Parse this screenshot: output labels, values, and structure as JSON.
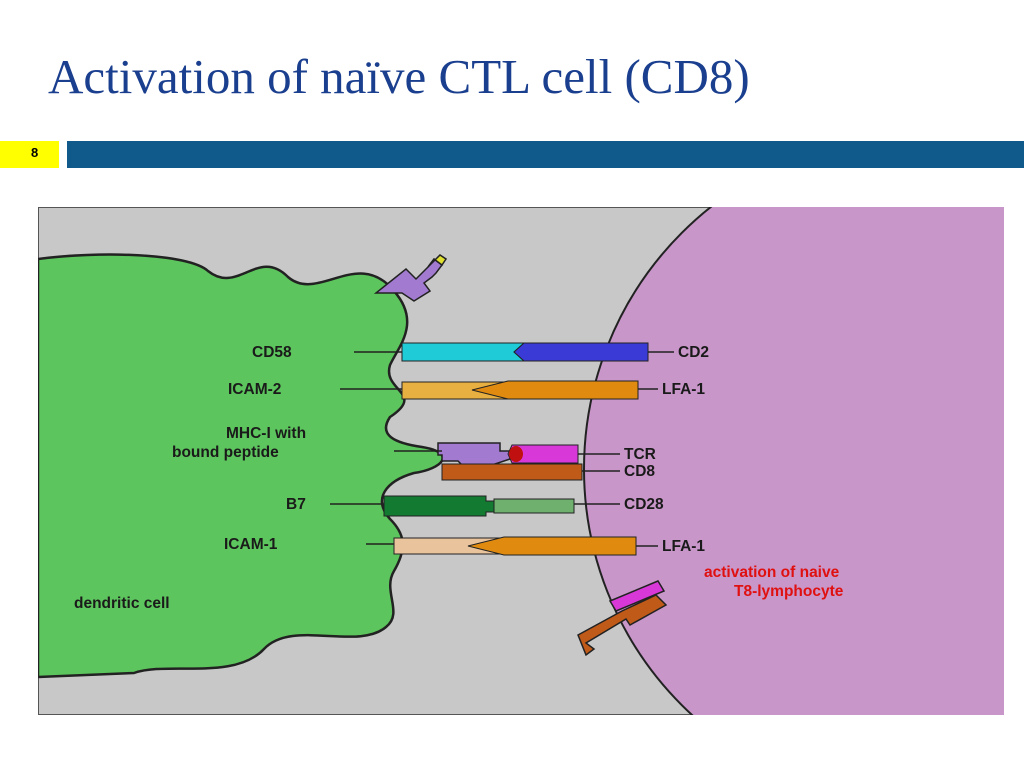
{
  "slide": {
    "title": "Activation of naïve CTL cell (CD8)",
    "number": "8"
  },
  "colors": {
    "title_text": "#1b3f8f",
    "number_box": "#ffff00",
    "header_band": "#0f5a8a",
    "background": "#c8c8c8",
    "dendritic_cell": "#5dc55d",
    "t_cell": "#c896c8",
    "lfa1_icam": "#e08a10",
    "cd58": "#1ecbd6",
    "cd2": "#3a3ad6",
    "mhc": "#a27bd1",
    "tcr": "#d838d8",
    "cd8": "#c05a18",
    "b7": "#137a32",
    "icam1": "#e8c39c",
    "annotation": "#e01010"
  },
  "diagram": {
    "dendritic_labels": {
      "cd58": "CD58",
      "icam2": "ICAM-2",
      "mhc_line1": "MHC-I with",
      "mhc_line2": "bound peptide",
      "b7": "B7",
      "icam1": "ICAM-1",
      "cell": "dendritic cell"
    },
    "t_cell_labels": {
      "cd2": "CD2",
      "lfa1_top": "LFA-1",
      "tcr": "TCR",
      "cd8": "CD8",
      "cd28": "CD28",
      "lfa1_bottom": "LFA-1"
    },
    "caption_line1": "activation of naive",
    "caption_line2": "T8-lymphocyte"
  }
}
